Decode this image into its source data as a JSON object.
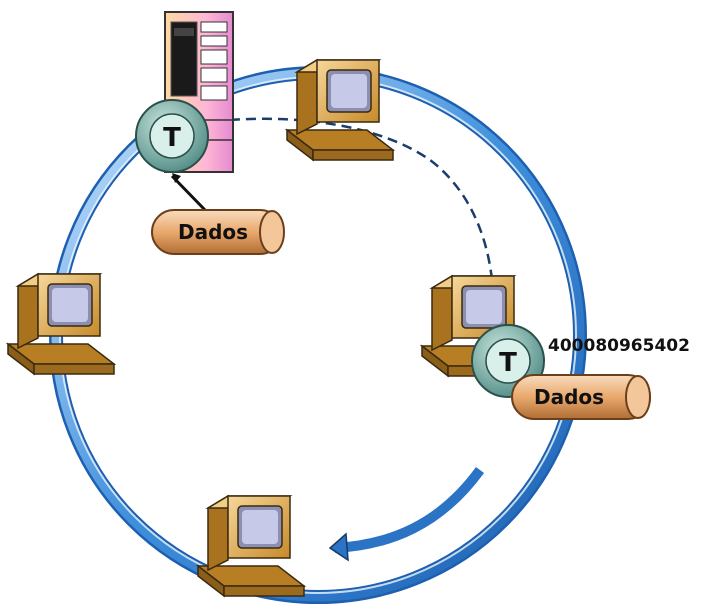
{
  "diagram": {
    "token_letter": "T",
    "data_label": "Dados",
    "address": "400080965402",
    "colors": {
      "ring": "#3f8fdc",
      "ring_light": "#a9d4ff",
      "computer": "#e8b24a",
      "token": "#6fa7a0",
      "capsule": "#e9a86c"
    },
    "nodes": [
      "computer-top-right",
      "computer-right",
      "computer-bottom",
      "computer-left",
      "server-top"
    ]
  }
}
